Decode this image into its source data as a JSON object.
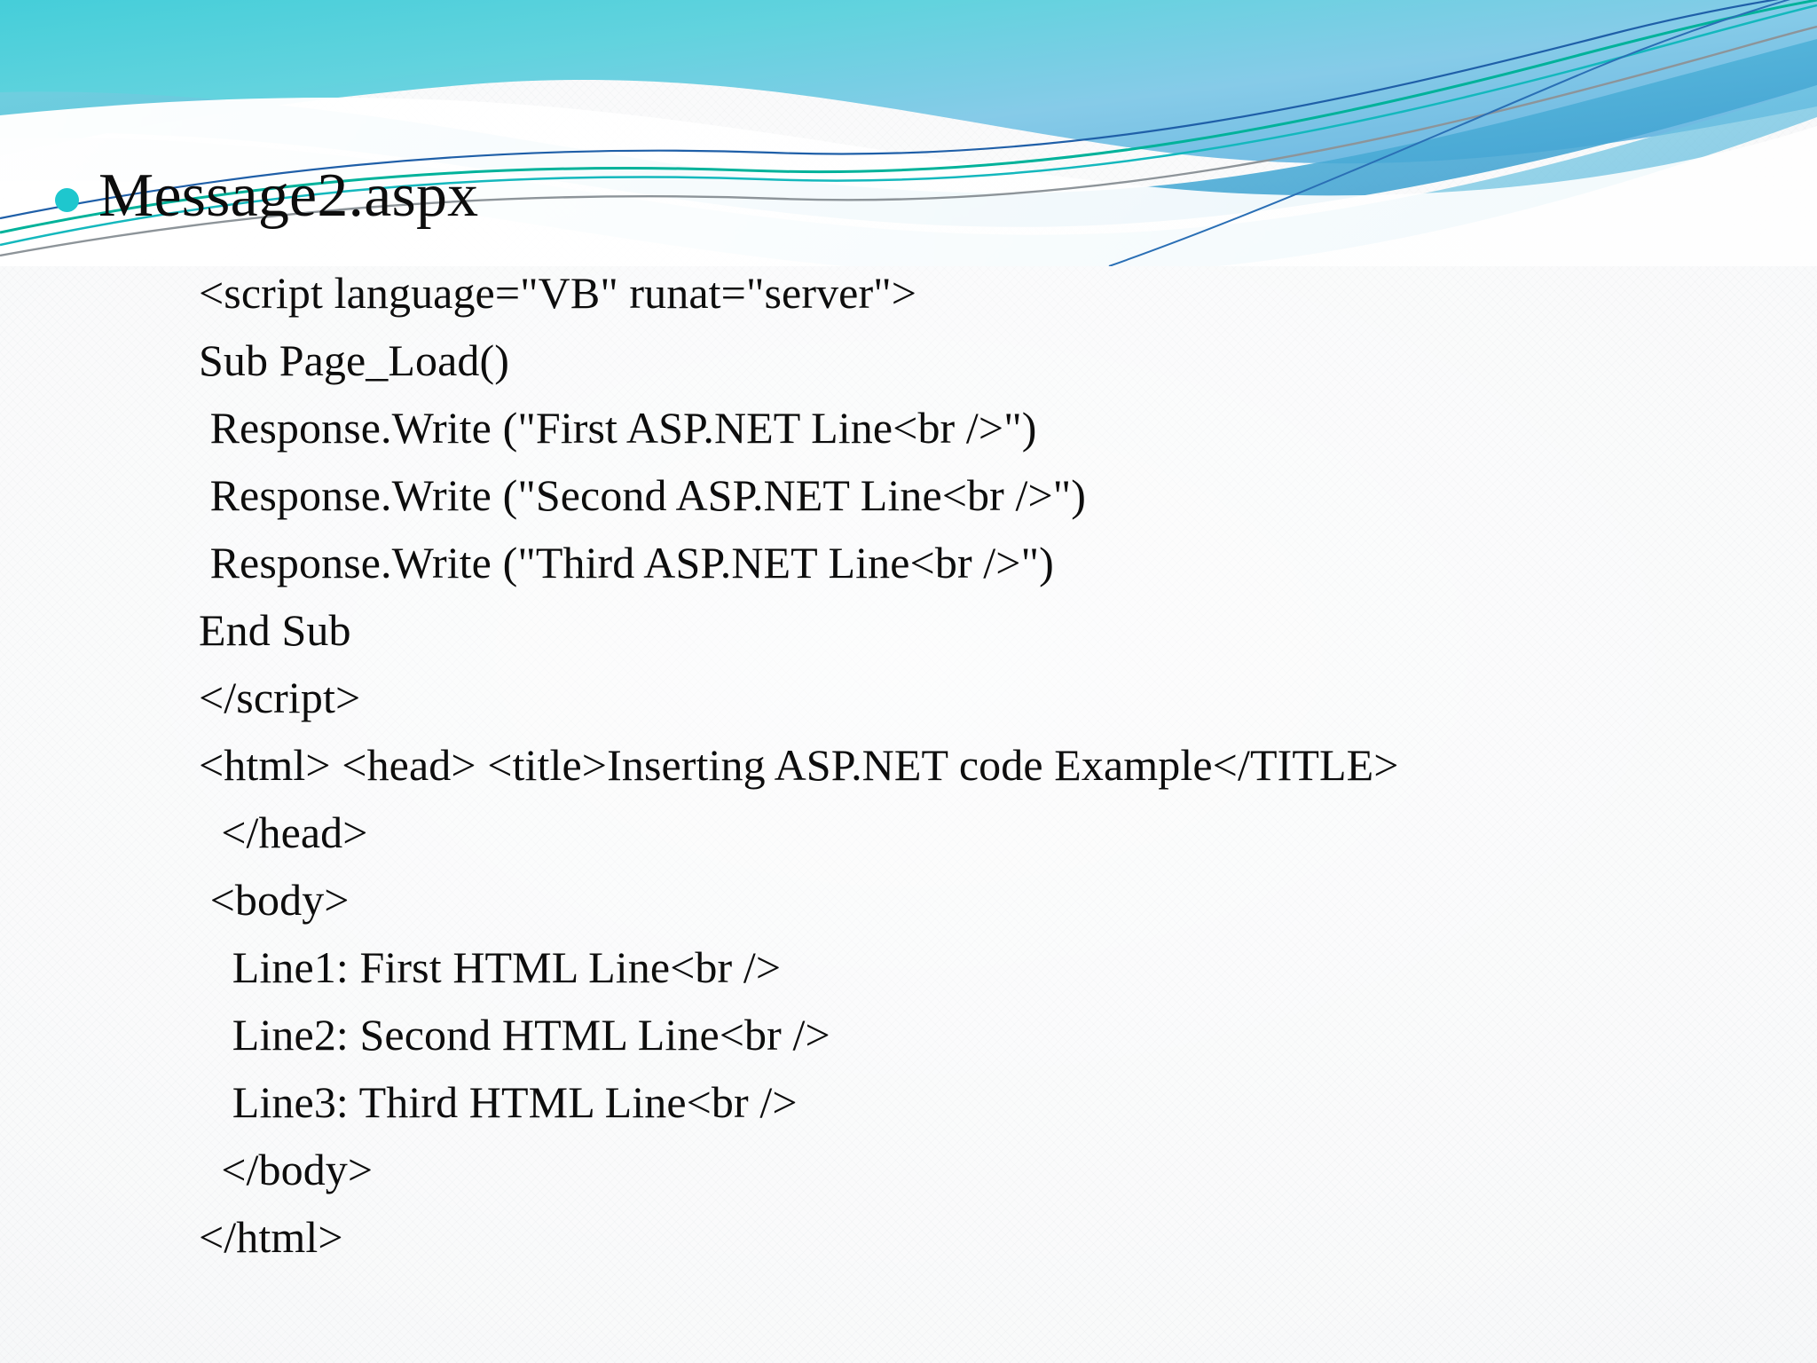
{
  "slide": {
    "theme_name": "flow",
    "background_color": "#f6f7f8",
    "title": "Message2.aspx",
    "bullet_color": "#1ec7ce",
    "text_color": "#0d0d0d"
  },
  "banner": {
    "gradient_top_left": "#4fd0dd",
    "gradient_top_right": "#7fc5e8",
    "band_light": "#a9dfe8",
    "band_mid": "#66c6dd",
    "band_deep": "#4aa9d4",
    "stroke_teal": "#00b29a",
    "stroke_blue": "#1f5fa8",
    "stroke_gray": "#8d9499",
    "stroke_cyan": "#14b8bd"
  },
  "code": {
    "lines": [
      {
        "text": "<script language=\"VB\" runat=\"server\">",
        "indent": 0
      },
      {
        "text": "Sub Page_Load()",
        "indent": 0
      },
      {
        "text": " Response.Write (\"First ASP.NET Line<br />\")",
        "indent": 0
      },
      {
        "text": " Response.Write (\"Second ASP.NET Line<br />\")",
        "indent": 0
      },
      {
        "text": " Response.Write (\"Third ASP.NET Line<br />\")",
        "indent": 0
      },
      {
        "text": "End Sub",
        "indent": 0
      },
      {
        "text": "</script>",
        "indent": 0
      },
      {
        "text": "<html> <head> <title>Inserting ASP.NET code Example</TITLE>",
        "indent": 0
      },
      {
        "text": "  </head>",
        "indent": 0
      },
      {
        "text": " <body>",
        "indent": 0
      },
      {
        "text": "   Line1: First HTML Line<br />",
        "indent": 0
      },
      {
        "text": "   Line2: Second HTML Line<br />",
        "indent": 0
      },
      {
        "text": "   Line3: Third HTML Line<br />",
        "indent": 0
      },
      {
        "text": "  </body>",
        "indent": 0
      },
      {
        "text": "</html>",
        "indent": 0
      }
    ]
  }
}
